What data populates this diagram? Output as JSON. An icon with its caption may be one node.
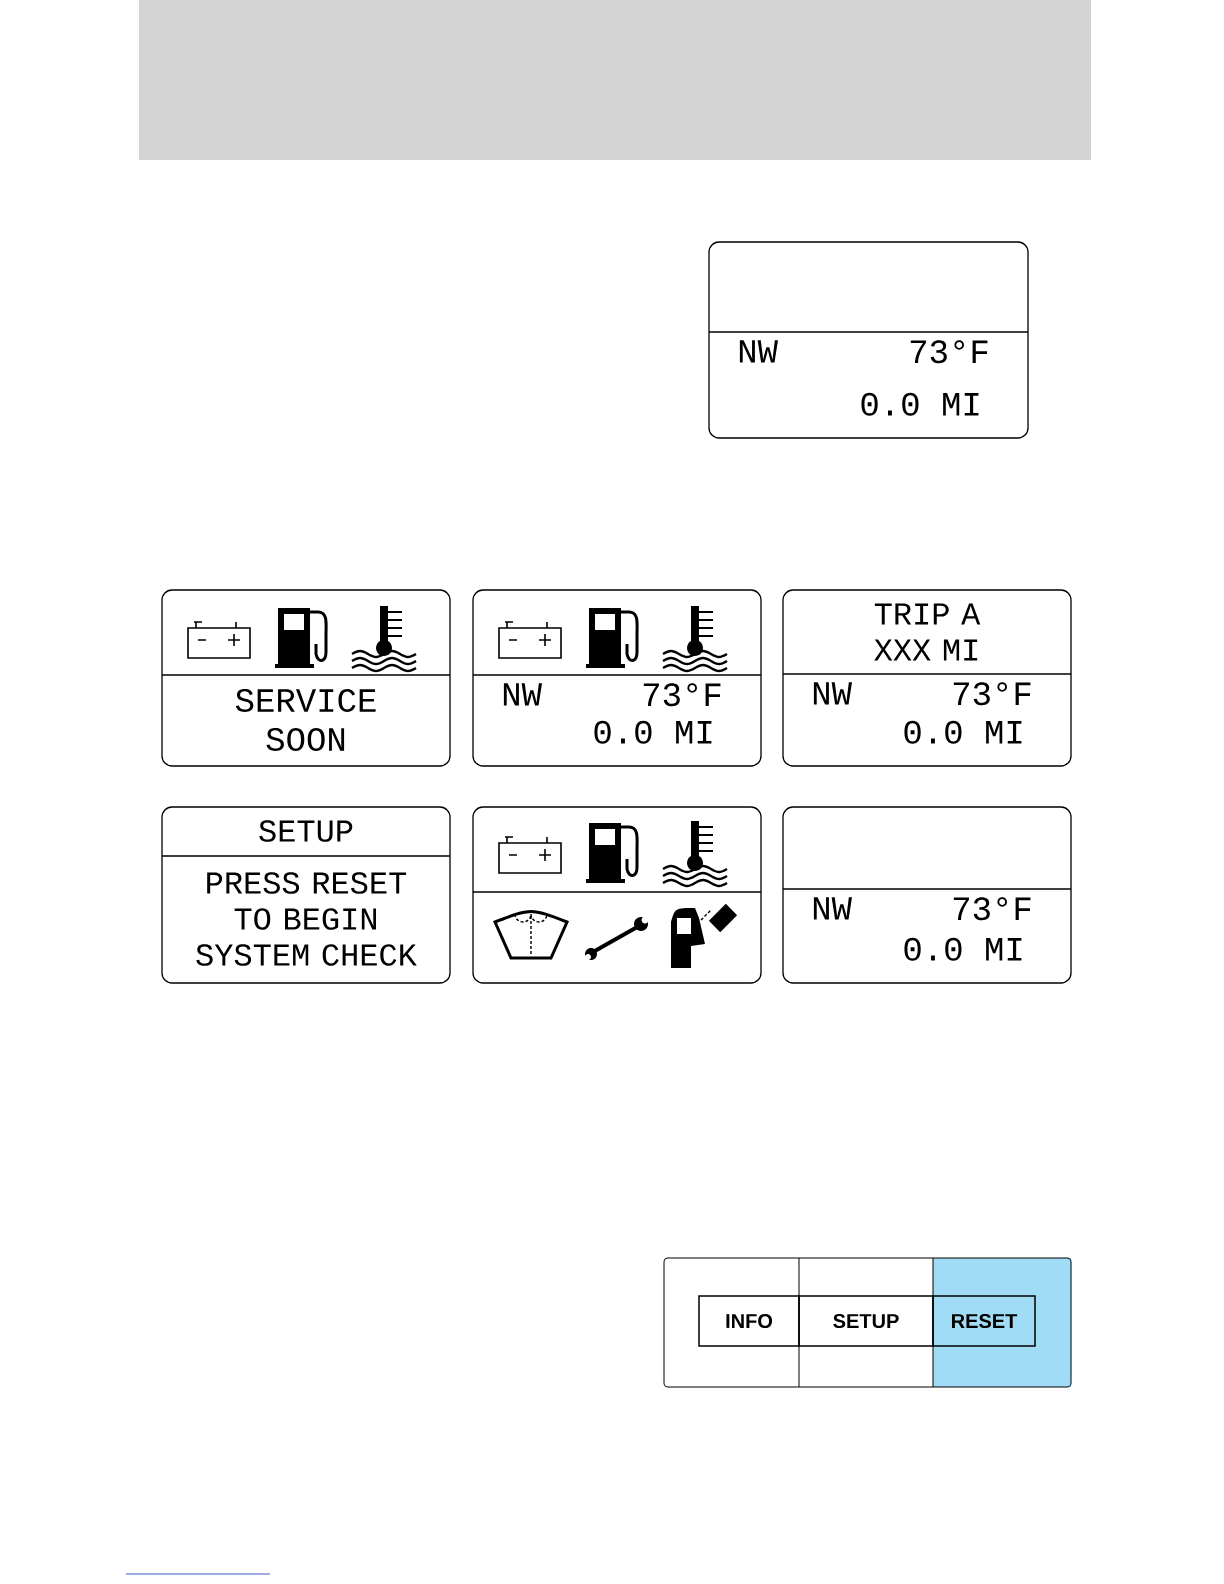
{
  "diagram": {
    "nodes": [
      {
        "text": [
          "NW",
          "73°F",
          "0.0 MI"
        ]
      },
      {
        "text": [
          "SERVICE SOON"
        ]
      },
      {
        "text": [
          "NW",
          "73°F",
          "0.0 MI"
        ]
      },
      {
        "text": [
          "TRIP A XXX MI",
          "NW",
          "73°F",
          "0.0 MI"
        ]
      },
      {
        "text": [
          "SETUP",
          "PRESS RESET TO BEGIN SYSTEM CHECK"
        ]
      },
      {
        "text": [],
        "shape": "box"
      },
      {
        "text": [
          "NW",
          "73°F",
          "0.0 MI"
        ]
      },
      {
        "text": [],
        "shape": "box"
      },
      {
        "text": [
          "INFO"
        ],
        "in": 7
      },
      {
        "text": [
          "SETUP"
        ],
        "in": 7
      },
      {
        "text": [
          "RESET"
        ],
        "in": 7
      }
    ]
  }
}
